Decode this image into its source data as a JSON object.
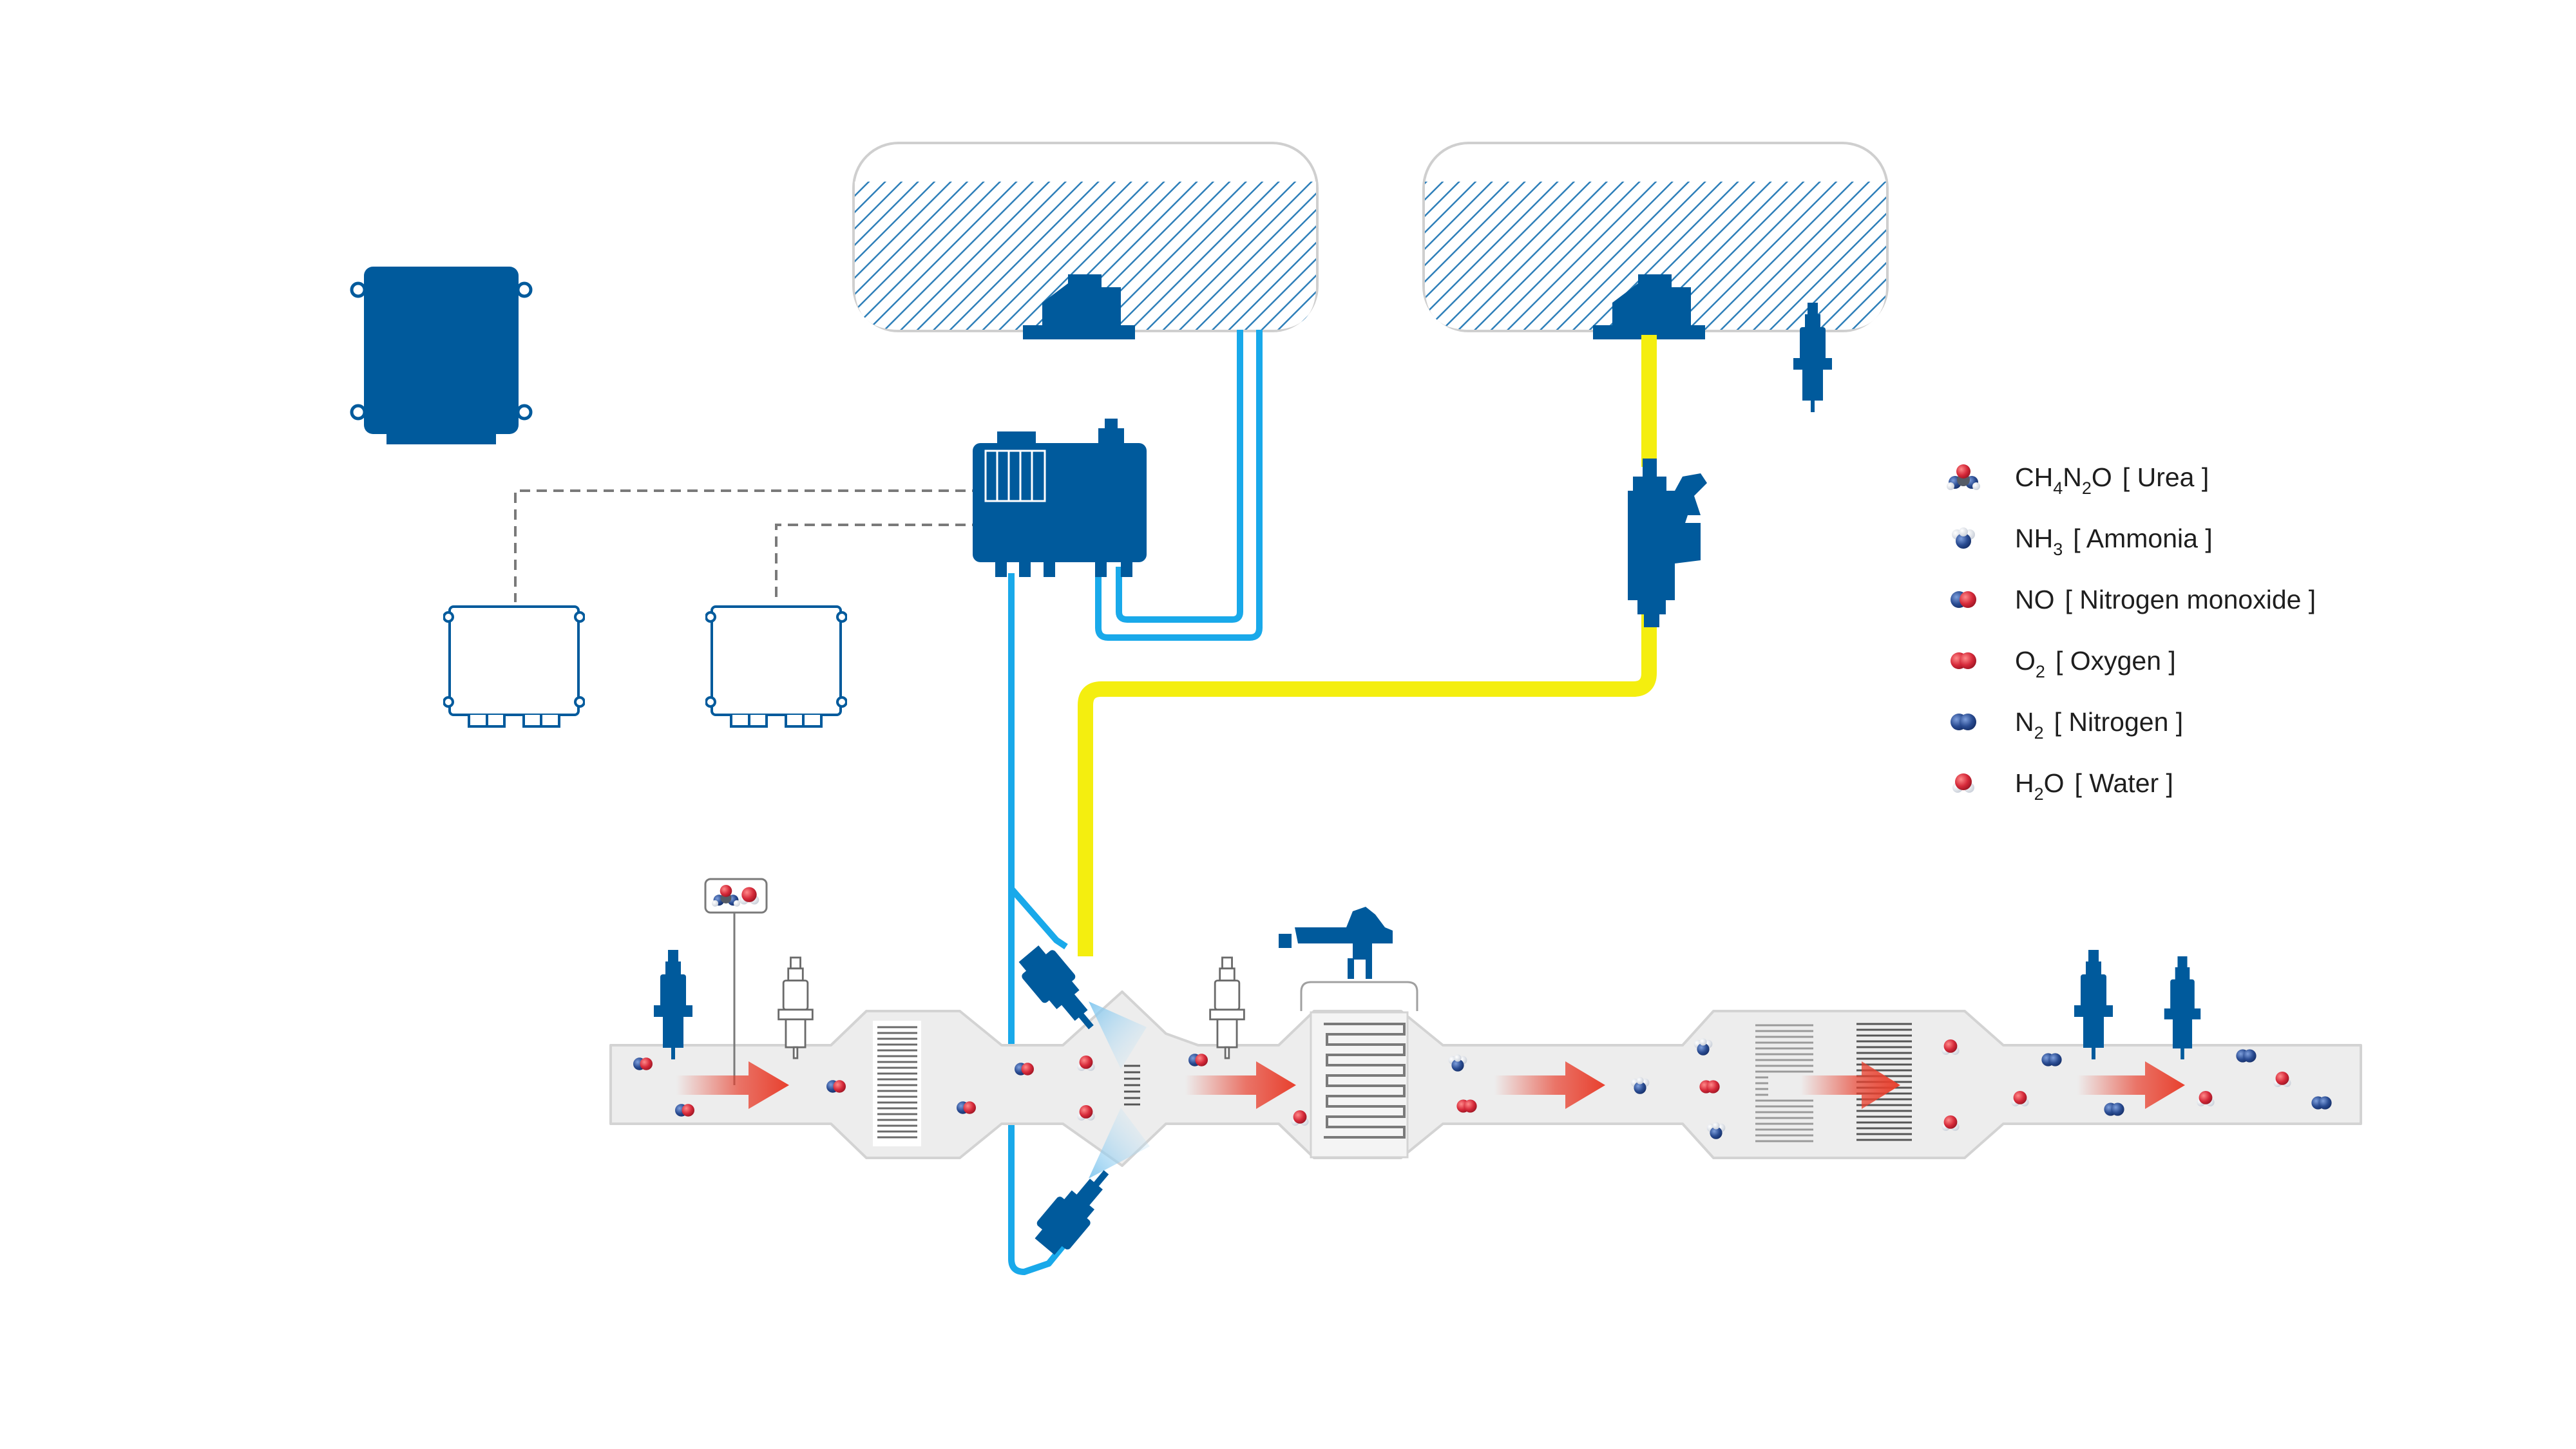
{
  "colors": {
    "dark_blue": "#005a9c",
    "light_blue_line": "#19a9ea",
    "yellow_line": "#f4ee0f",
    "pipe_fill": "#ededed",
    "pipe_stroke": "#d3d3d3",
    "arrow_red": "#e8402e",
    "molecule_red": "#d62a3a",
    "molecule_blue": "#2a4c92",
    "dashed_gray": "#7a7a7a"
  },
  "legend": [
    {
      "icon": "urea-molecule-icon",
      "formula_parts": [
        "CH",
        "4",
        "N",
        "2",
        "O"
      ],
      "name": "[ Urea ]"
    },
    {
      "icon": "ammonia-molecule-icon",
      "formula_parts": [
        "NH",
        "3"
      ],
      "name": "[ Ammonia ]"
    },
    {
      "icon": "nitrogen-monoxide-molecule-icon",
      "formula_parts": [
        "NO"
      ],
      "name": "[ Nitrogen monoxide ]"
    },
    {
      "icon": "oxygen-molecule-icon",
      "formula_parts": [
        "O",
        "2"
      ],
      "name": "[ Oxygen ]"
    },
    {
      "icon": "nitrogen-molecule-icon",
      "formula_parts": [
        "N",
        "2"
      ],
      "name": "[ Nitrogen ]"
    },
    {
      "icon": "water-molecule-icon",
      "formula_parts": [
        "H",
        "2",
        "O"
      ],
      "name": "[ Water ]"
    }
  ]
}
